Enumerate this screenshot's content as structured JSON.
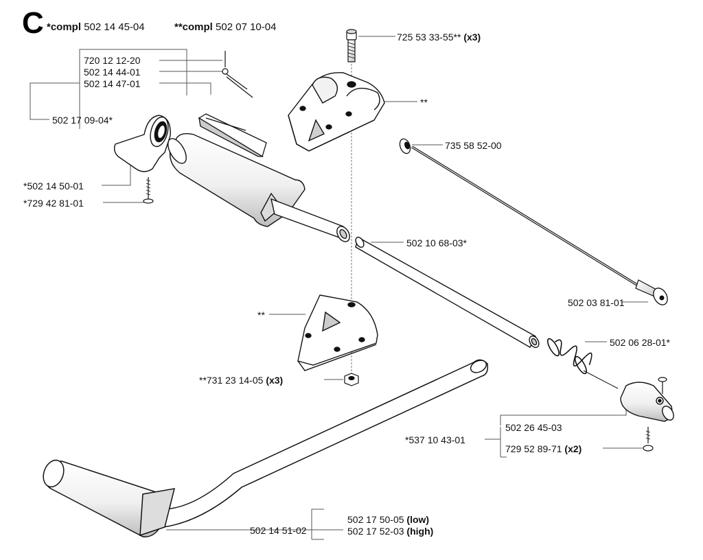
{
  "section": "C",
  "header": {
    "compl1_prefix": "*compl",
    "compl1_number": "502 14 45-04",
    "compl2_prefix": "**compl",
    "compl2_number": "502 07 10-04"
  },
  "labels": {
    "screw_top": "725 53 33-55**",
    "screw_top_qty": "(x3)",
    "clamp_top": "**",
    "washer": "735 58 52-00",
    "p720": "720 12 12-20",
    "p50214441": "502 14 44-01",
    "p50214447": "502 14 47-01",
    "p50217094": "502 17 09-04*",
    "p50214501": "*502 14 50-01",
    "p72942811": "*729 42 81-01",
    "tube": "502 10 68-03*",
    "cable": "502 03 81-01",
    "clamp_bottom": "**",
    "nut": "**731 23 14-05",
    "nut_qty": "(x3)",
    "spring": "502 06 28-01*",
    "kit": "*537 10 43-01",
    "end_piece": "502 26 45-03",
    "end_screw": "729 52 89-71",
    "end_screw_qty": "(x2)",
    "handlebar_grip": "502 14 51-02",
    "bar_low": "502 17 50-05",
    "bar_low_tag": "(low)",
    "bar_high": "502 17 52-03",
    "bar_high_tag": "(high)"
  },
  "colors": {
    "ink": "#111111",
    "part_fill": "#ffffff",
    "shade": "#d9d9d9",
    "leader": "#555555"
  }
}
